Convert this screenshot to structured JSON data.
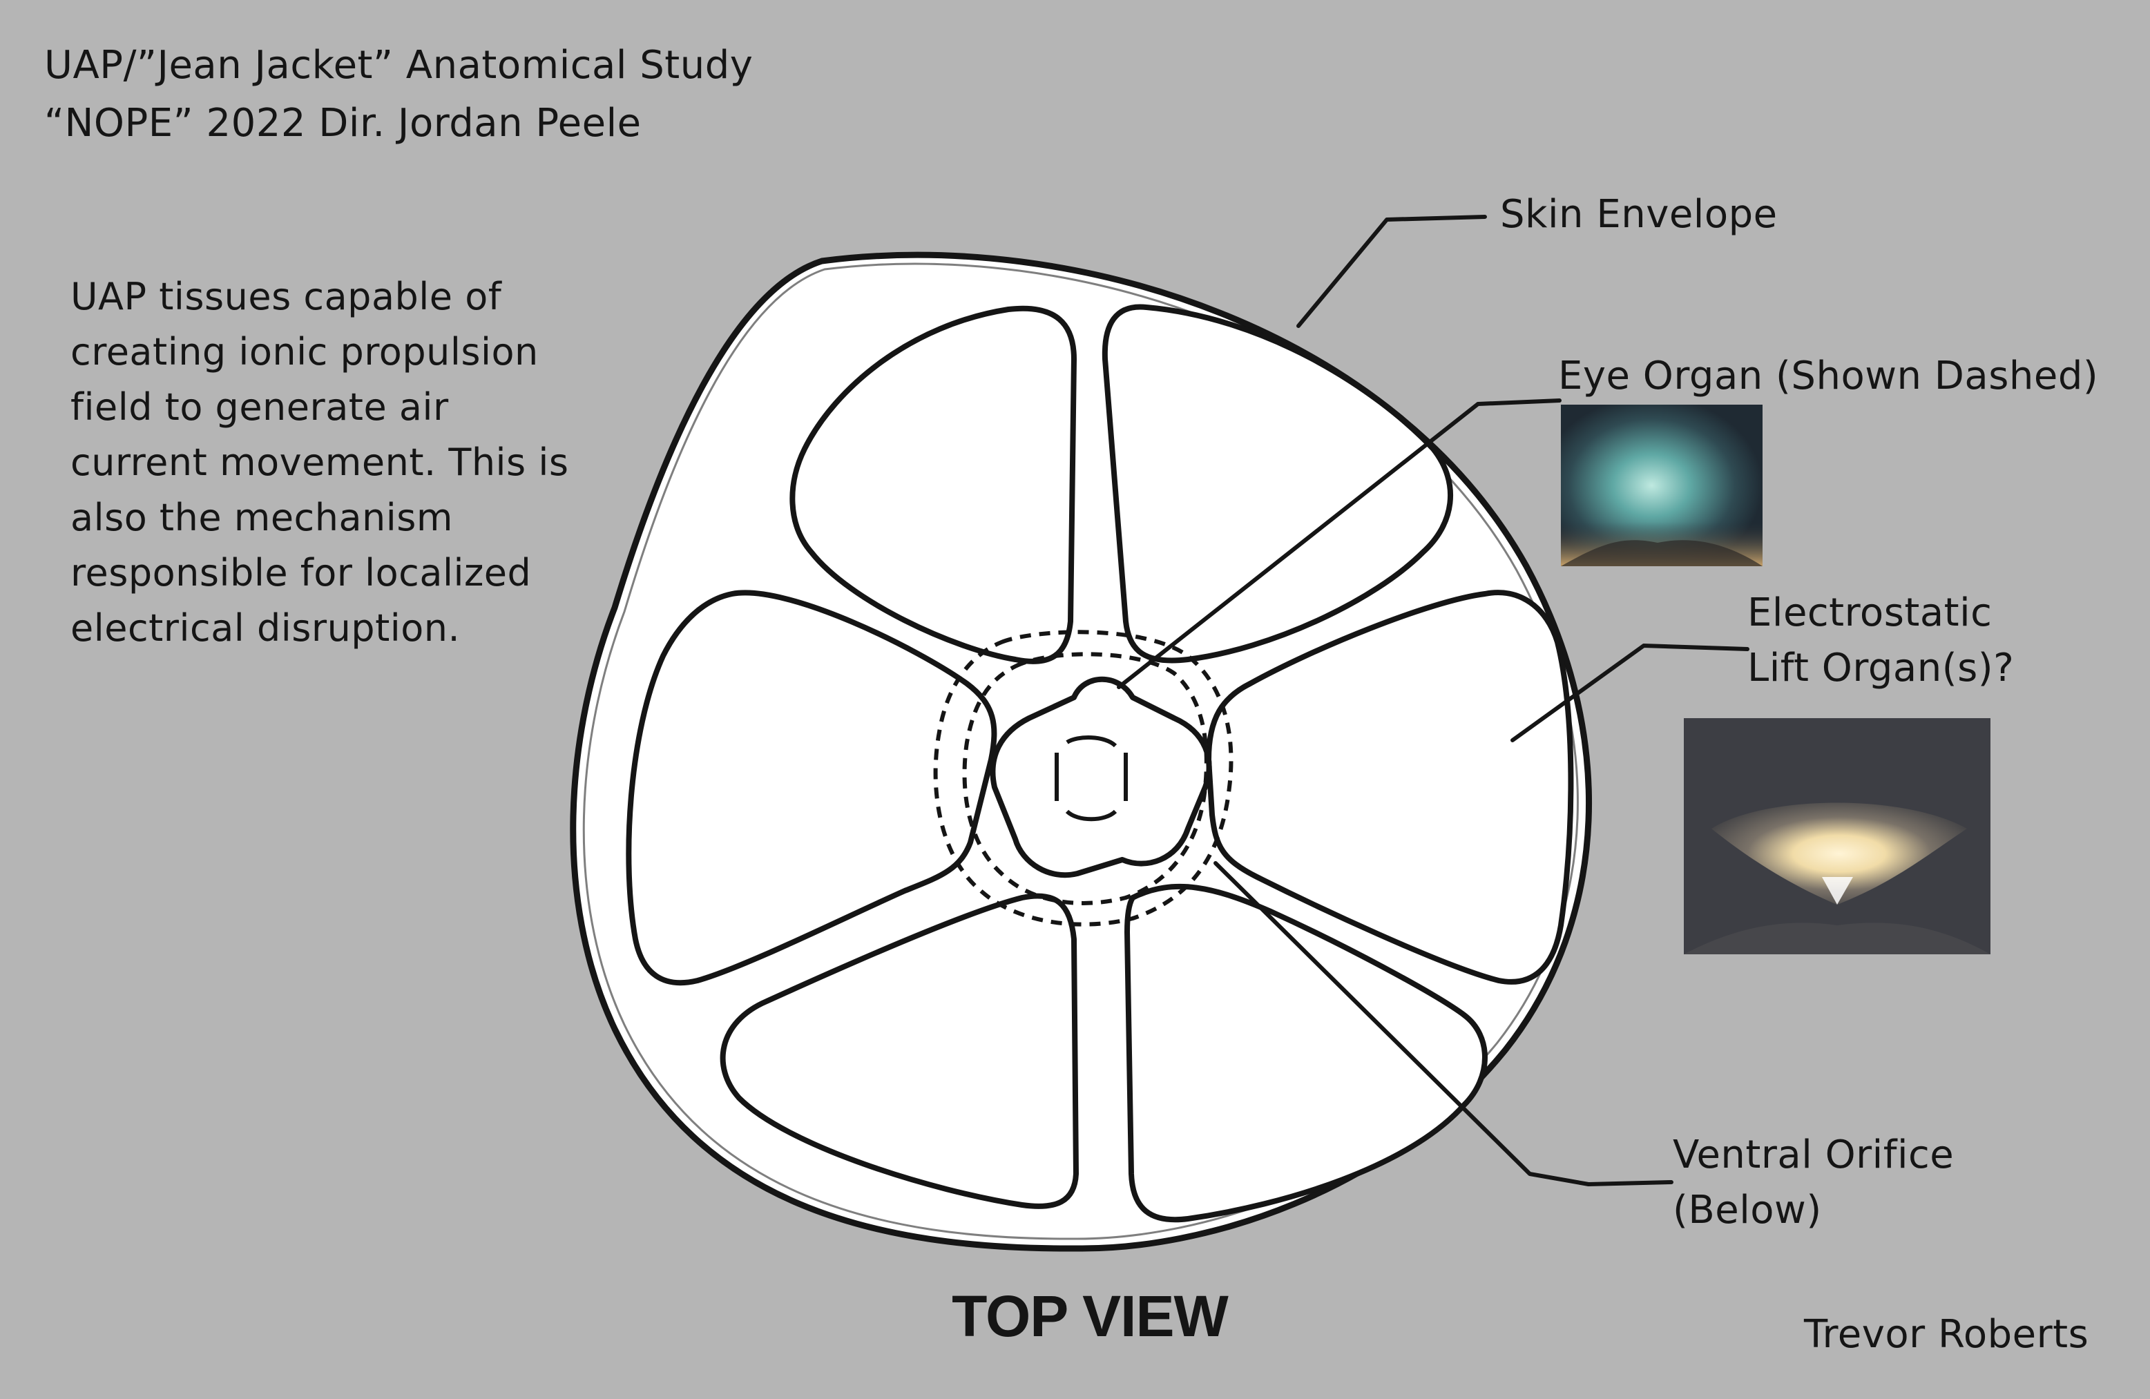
{
  "title": {
    "line1": "UAP/”Jean Jacket” Anatomical Study",
    "line2": "“NOPE” 2022 Dir. Jordan Peele"
  },
  "description": {
    "lines": [
      "UAP tissues capable of",
      "creating ionic propulsion",
      "field to generate air",
      "current movement. This is",
      "also the mechanism",
      "responsible for localized",
      "electrical disruption."
    ]
  },
  "labels": {
    "skin_envelope": "Skin Envelope",
    "eye_organ": "Eye Organ (Shown Dashed)",
    "lift_organ_line1": "Electrostatic",
    "lift_organ_line2": "Lift Organ(s)?",
    "ventral_orifice_line1": "Ventral Orifice",
    "ventral_orifice_line2": "(Below)"
  },
  "caption": "TOP VIEW",
  "signature": "Trevor Roberts",
  "colors": {
    "background": "#b5b5b5",
    "ink": "#151515",
    "fill": "#ffffff"
  }
}
